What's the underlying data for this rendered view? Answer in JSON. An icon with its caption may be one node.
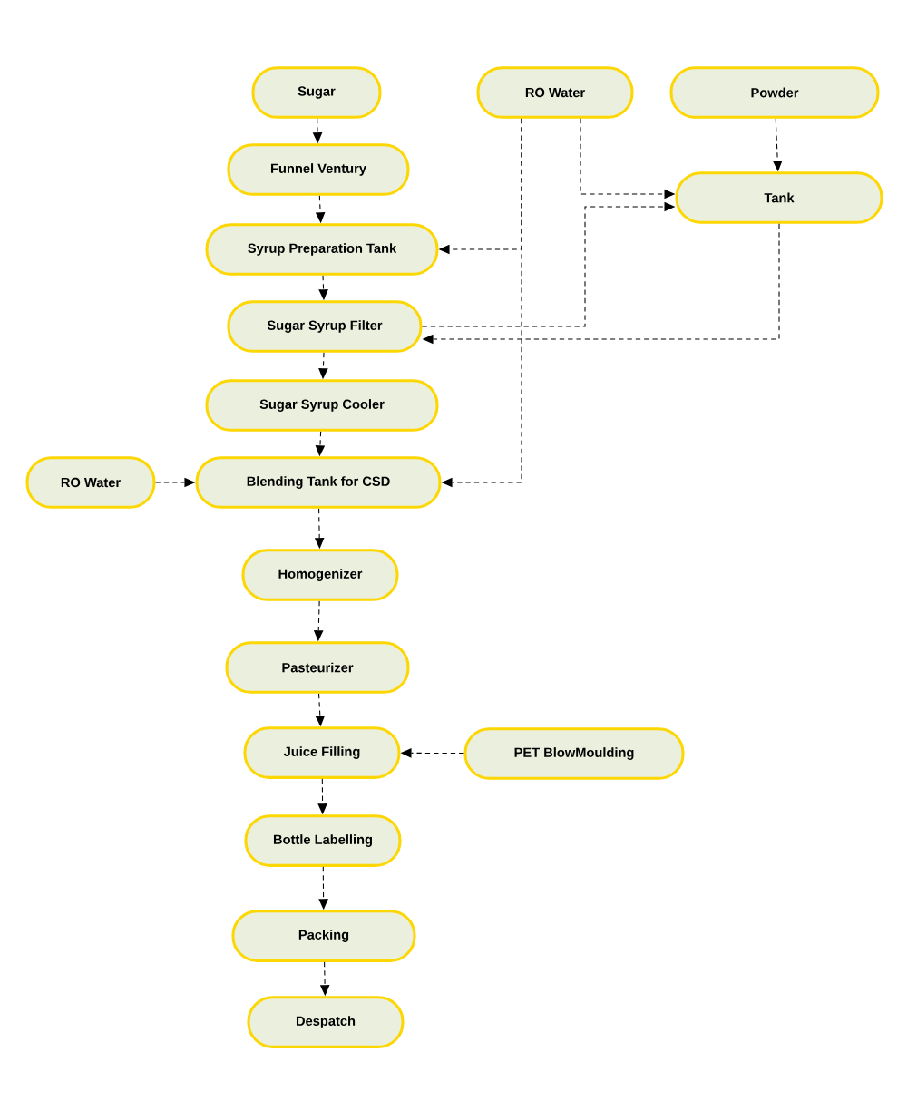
{
  "diagram": {
    "nodes": [
      {
        "text": [
          "Sugar"
        ]
      },
      {
        "text": [
          "RO Water"
        ]
      },
      {
        "text": [
          "Powder"
        ]
      },
      {
        "text": [
          "Funnel Ventury"
        ]
      },
      {
        "text": [
          "Tank"
        ]
      },
      {
        "text": [
          "Syrup Preparation Tank"
        ]
      },
      {
        "text": [
          "Sugar Syrup Filter"
        ]
      },
      {
        "text": [
          "Sugar Syrup Cooler"
        ]
      },
      {
        "text": [
          "RO Water"
        ]
      },
      {
        "text": [
          "Blending Tank for CSD"
        ]
      },
      {
        "text": [
          "Homogenizer"
        ]
      },
      {
        "text": [
          "Pasteurizer"
        ]
      },
      {
        "text": [
          "Juice Filling"
        ]
      },
      {
        "text": [
          "PET BlowMoulding"
        ]
      },
      {
        "text": [
          "Bottle Labelling"
        ]
      },
      {
        "text": [
          "Packing"
        ]
      },
      {
        "text": [
          "Despatch"
        ]
      }
    ],
    "edges": [
      {
        "from": 0,
        "to": 3,
        "arrow": "to"
      },
      {
        "from": 2,
        "to": 4,
        "arrow": "to"
      },
      {
        "from": 3,
        "to": 5,
        "arrow": "to"
      },
      {
        "from": 5,
        "to": 6,
        "arrow": "to"
      },
      {
        "from": 6,
        "to": 7,
        "arrow": "to"
      },
      {
        "from": 7,
        "to": 9,
        "arrow": "to"
      },
      {
        "from": 8,
        "to": 9,
        "arrow": "to"
      },
      {
        "from": 9,
        "to": 10,
        "arrow": "to"
      },
      {
        "from": 10,
        "to": 11,
        "arrow": "to"
      },
      {
        "from": 11,
        "to": 12,
        "arrow": "to"
      },
      {
        "from": 13,
        "to": 12,
        "arrow": "to"
      },
      {
        "from": 12,
        "to": 14,
        "arrow": "to"
      },
      {
        "from": 14,
        "to": 15,
        "arrow": "to"
      },
      {
        "from": 15,
        "to": 16,
        "arrow": "to"
      },
      {
        "from": 1,
        "to": 4,
        "arrow": "to"
      },
      {
        "from": 1,
        "to": 5,
        "arrow": "to"
      },
      {
        "from": 1,
        "to": 9,
        "arrow": "to"
      },
      {
        "from": 6,
        "to": 4,
        "arrow": "to"
      },
      {
        "from": 4,
        "to": 6,
        "arrow": "to"
      }
    ]
  }
}
